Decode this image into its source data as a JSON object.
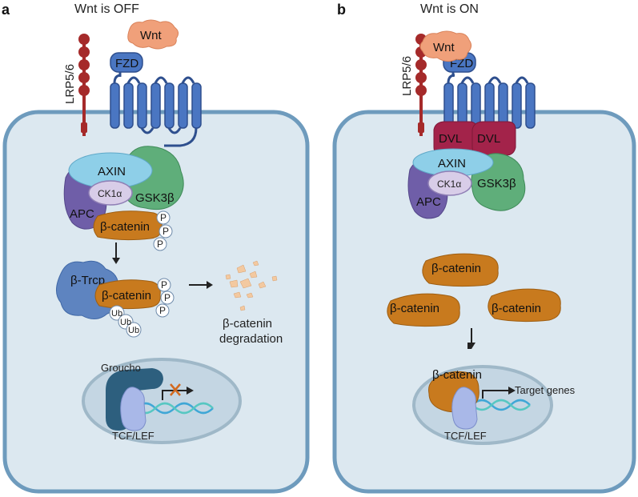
{
  "panel_a": {
    "letter": "a",
    "title": "Wnt is OFF",
    "wnt": "Wnt",
    "lrp": "LRP5/6",
    "fzd": "FZD",
    "axin": "AXIN",
    "ck1": "CK1α",
    "gsk": "GSK3β",
    "apc": "APC",
    "bcat_complex": "β-catenin",
    "btrcp": "β-Trcp",
    "bcat_ub": "β-catenin",
    "p": "P",
    "ub": "Ub",
    "degradation_line1": "β-catenin",
    "degradation_line2": "degradation",
    "groucho": "Groucho",
    "tcf": "TCF/LEF"
  },
  "panel_b": {
    "letter": "b",
    "title": "Wnt is ON",
    "wnt": "Wnt",
    "lrp": "LRP5/6",
    "fzd": "FZD",
    "dvl1": "DVL",
    "dvl2": "DVL",
    "axin": "AXIN",
    "ck1": "CK1α",
    "gsk": "GSK3β",
    "apc": "APC",
    "bcat1": "β-catenin",
    "bcat2": "β-catenin",
    "bcat3": "β-catenin",
    "bcat_nuc": "β-catenin",
    "target": "Target genes",
    "tcf": "TCF/LEF"
  },
  "colors": {
    "cell_fill": "#dce8f0",
    "cell_stroke": "#6e9bbd",
    "nucleus_fill": "#c4d6e3",
    "wnt": "#f0a07a",
    "fzd": "#4a76c2",
    "lrp": "#a52a2a",
    "axin": "#8ecfe8",
    "gsk": "#5fae7a",
    "apc": "#6f5ea8",
    "ck1": "#d8cde8",
    "bcat": "#c87a1e",
    "dvl": "#a3234a",
    "btrcp": "#5e84c0",
    "groucho": "#2d5f7e",
    "tcf": "#a9b8e8"
  }
}
